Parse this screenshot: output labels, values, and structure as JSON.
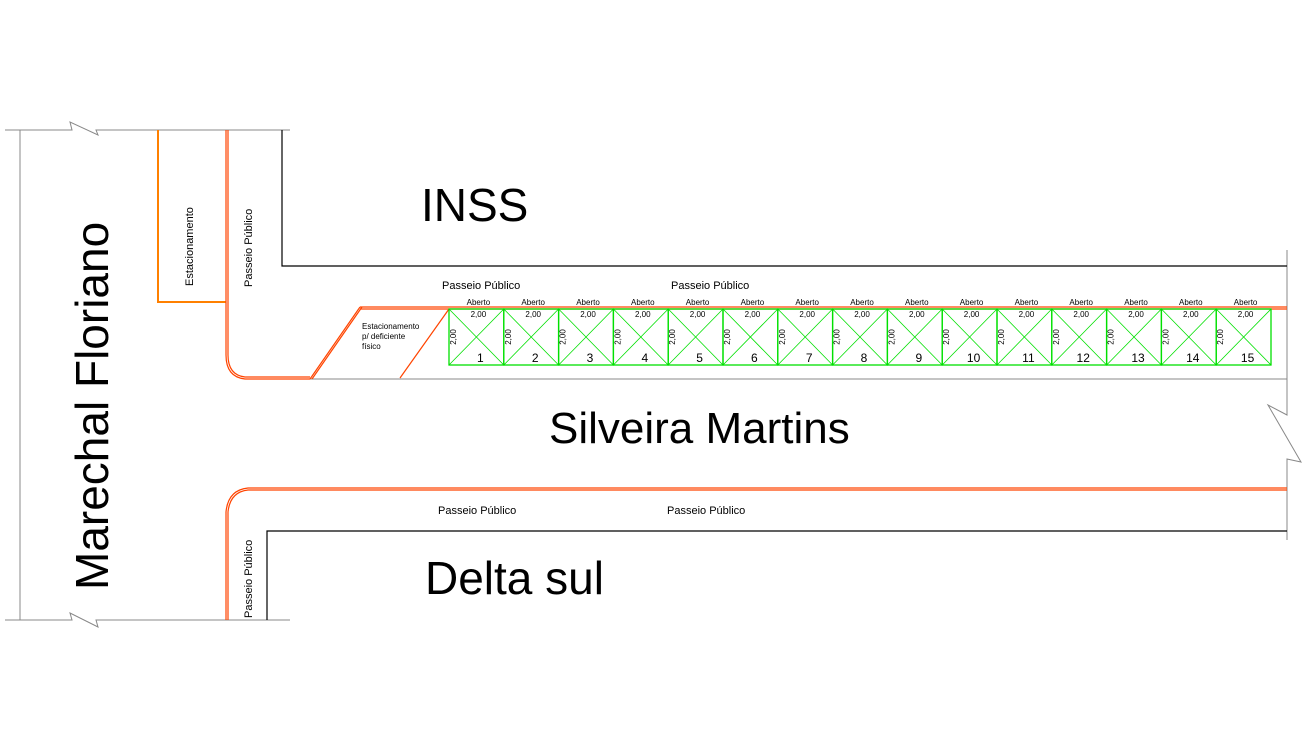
{
  "streets": {
    "vertical": "Marechal Floriano",
    "horizontal": "Silveira  Martins"
  },
  "buildings": {
    "top": "INSS",
    "bottom": "Delta sul"
  },
  "labels": {
    "parking_vertical": "Estacionamento",
    "sidewalk_top_vertical": "Passeio Público",
    "sidewalk_bottom_vertical": "Passeio Público",
    "sidewalk_top_1": "Passeio Público",
    "sidewalk_top_2": "Passeio Público",
    "sidewalk_bottom_1": "Passeio Público",
    "sidewalk_bottom_2": "Passeio Público",
    "disabled_parking": [
      "Estacionamento",
      "p/ deficiente",
      "físico"
    ]
  },
  "spaces": {
    "status_label": "Aberto",
    "width_label": "2,00",
    "depth_label": "2,00",
    "numbers": [
      "1",
      "2",
      "3",
      "4",
      "5",
      "6",
      "7",
      "8",
      "9",
      "10",
      "11",
      "12",
      "13",
      "14",
      "15"
    ]
  },
  "colors": {
    "curb": "#ff4400",
    "parking_outline": "#ff8000",
    "space_lines": "#00e000",
    "boundary": "#000000",
    "cut_line": "#808080"
  }
}
